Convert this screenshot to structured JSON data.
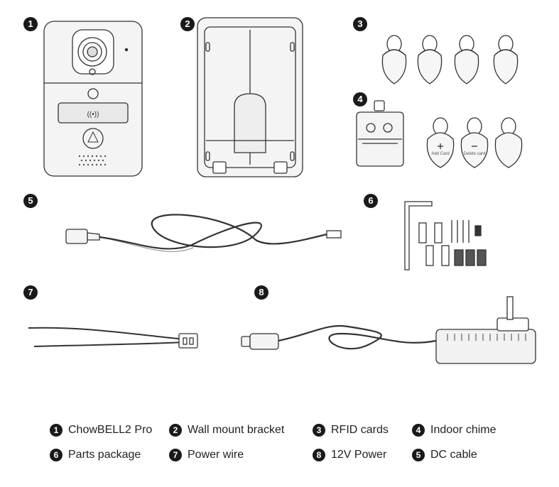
{
  "numbers": {
    "doorbell": "1",
    "bracket": "2",
    "rfid": "3",
    "chime": "4",
    "dc_cable": "5",
    "parts": "6",
    "power_wire": "7",
    "power_adapter": "8"
  },
  "card_labels": {
    "add": "Add Card",
    "delete": "Delete card"
  },
  "legend": [
    {
      "number": "1",
      "label": "ChowBELL2 Pro"
    },
    {
      "number": "2",
      "label": "Wall mount bracket"
    },
    {
      "number": "3",
      "label": "RFID cards"
    },
    {
      "number": "4",
      "label": "Indoor chime"
    },
    {
      "number": "6",
      "label": "Parts package"
    },
    {
      "number": "7",
      "label": "Power wire"
    },
    {
      "number": "8",
      "label": "12V Power"
    },
    {
      "number": "5",
      "label": "DC cable"
    }
  ],
  "colors": {
    "line": "#333333",
    "fill": "#f3f3f3",
    "dark": "#1a1a1a"
  }
}
